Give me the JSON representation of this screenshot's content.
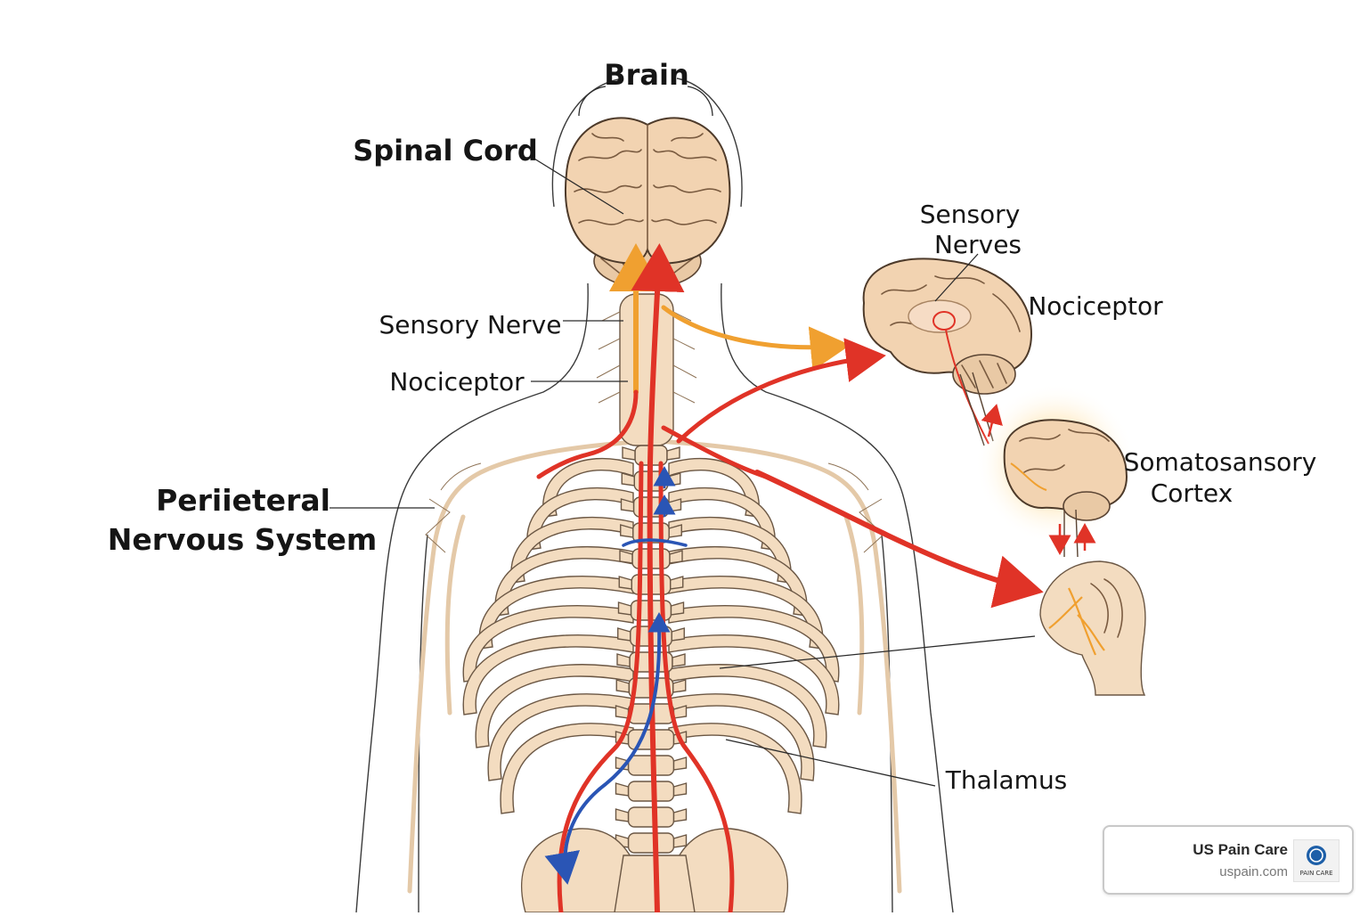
{
  "labels": {
    "brain": "Brain",
    "spinal_cord": "Spinal Cord",
    "sensory_nerve": "Sensory Nerve",
    "nociceptor_left": "Nociceptor",
    "pns_line1": "Periieteral",
    "pns_line2": "Nervous System",
    "sensory_nerves_line1": "Sensory",
    "sensory_nerves_line2": "Nerves",
    "nociceptor_right": "Nociceptor",
    "somato_line1": "Somatosansory",
    "somato_line2": "Cortex",
    "thalamus": "Thalamus"
  },
  "brand": {
    "name": "US Pain Care",
    "url": "uspain.com",
    "logo_text": "PAIN CARE"
  },
  "colors": {
    "pain_signal": "#e03327",
    "sensory_signal": "#f0a030",
    "descending_signal": "#2a55b5",
    "skin_tone": "#f3dcc0"
  }
}
